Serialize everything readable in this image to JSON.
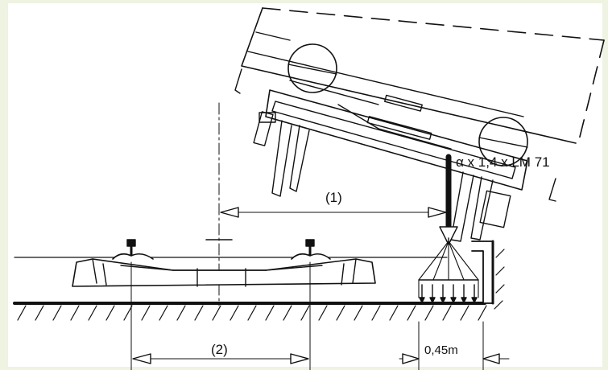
{
  "labels": {
    "load": "α x 1,4 x LM 71",
    "dimension_1": "(1)",
    "dimension_2": "(2)",
    "offset": "0,45m"
  },
  "colors": {
    "frame": "#eef3e2",
    "ink": "#111111",
    "panel": "#ffffff"
  }
}
